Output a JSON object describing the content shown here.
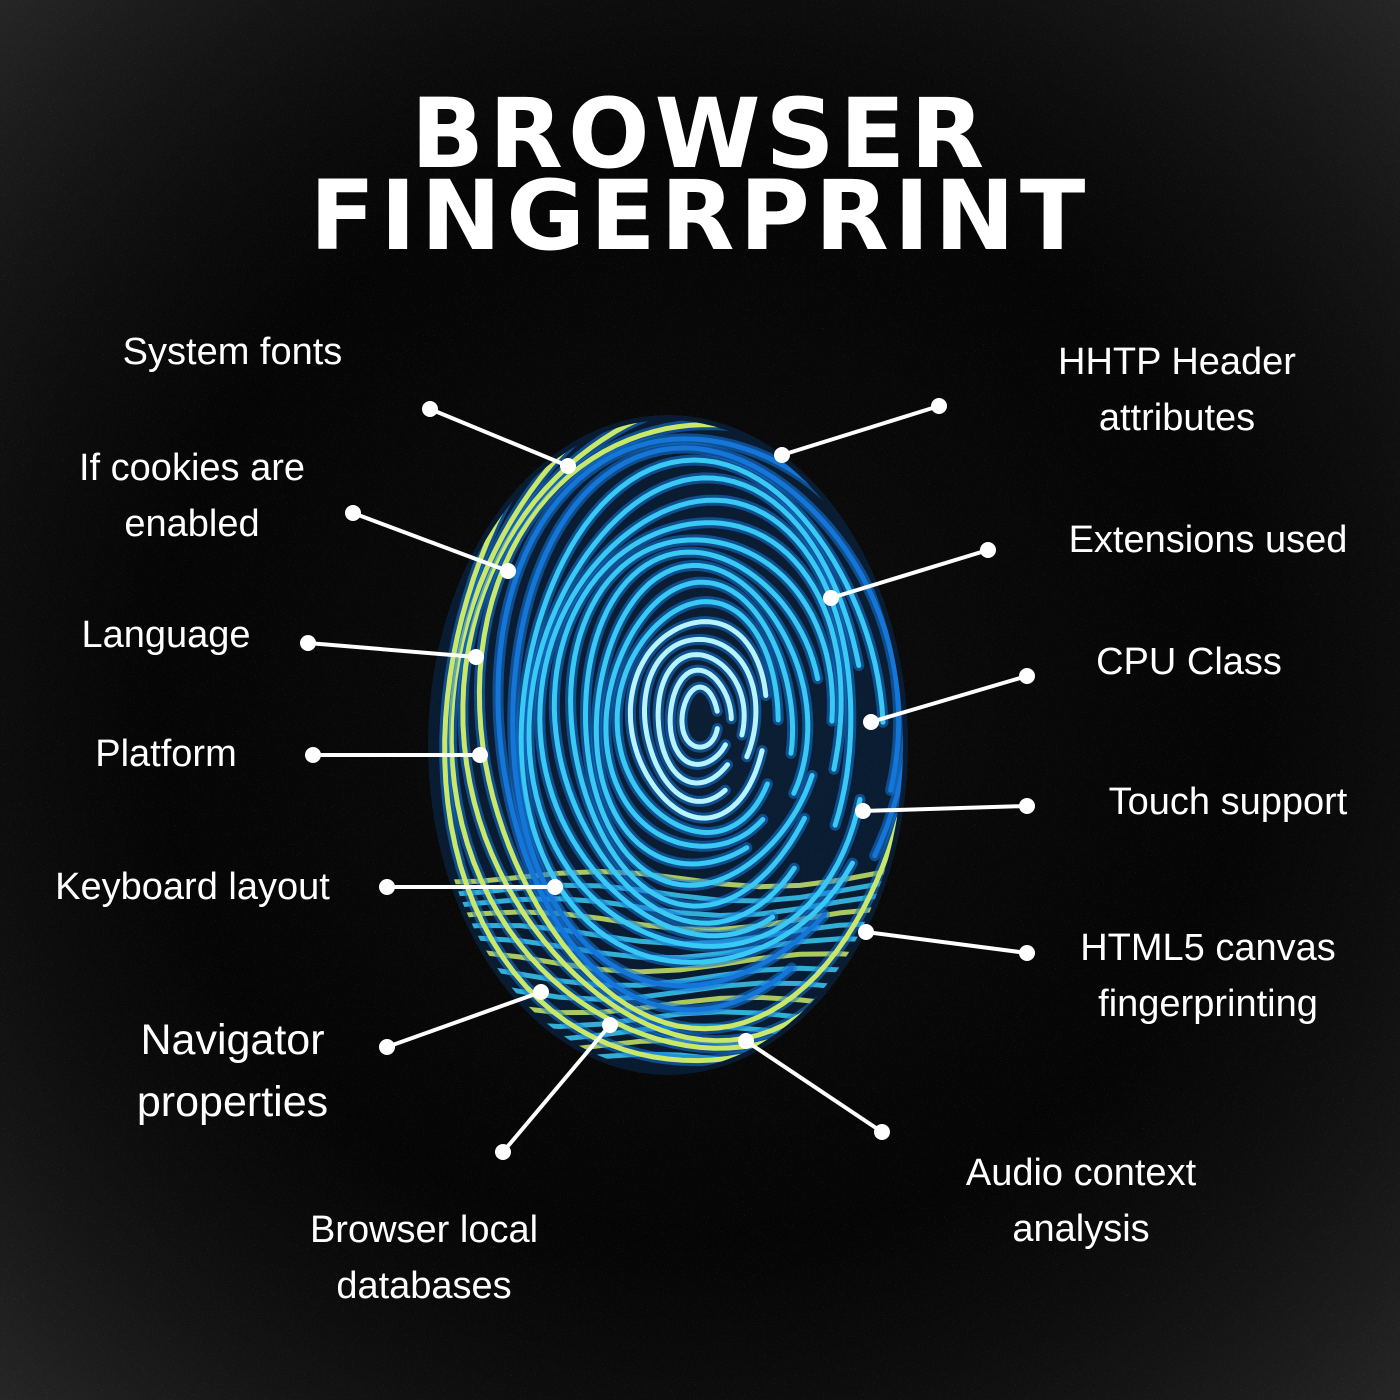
{
  "title": {
    "line1": "BROWSER",
    "line2": "FINGERPRINT"
  },
  "colors": {
    "background": "#060606",
    "text": "#ffffff",
    "ridge_light": "#b8f4ff",
    "ridge_mid": "#39c9f5",
    "ridge_dark": "#1476d8",
    "ridge_edge": "#c9e86a",
    "connector": "#ffffff"
  },
  "labels": {
    "system_fonts": "System fonts",
    "cookies_line1": "If cookies are",
    "cookies_line2": "enabled",
    "language": "Language",
    "platform": "Platform",
    "keyboard_layout": "Keyboard layout",
    "navigator_line1": "Navigator",
    "navigator_line2": "properties",
    "local_db_line1": "Browser local",
    "local_db_line2": "databases",
    "http_line1": "HHTP Header",
    "http_line2": "attributes",
    "extensions": "Extensions used",
    "cpu_class": "CPU Class",
    "touch_support": "Touch support",
    "canvas_line1": "HTML5 canvas",
    "canvas_line2": "fingerprinting",
    "audio_line1": "Audio context",
    "audio_line2": "analysis"
  }
}
